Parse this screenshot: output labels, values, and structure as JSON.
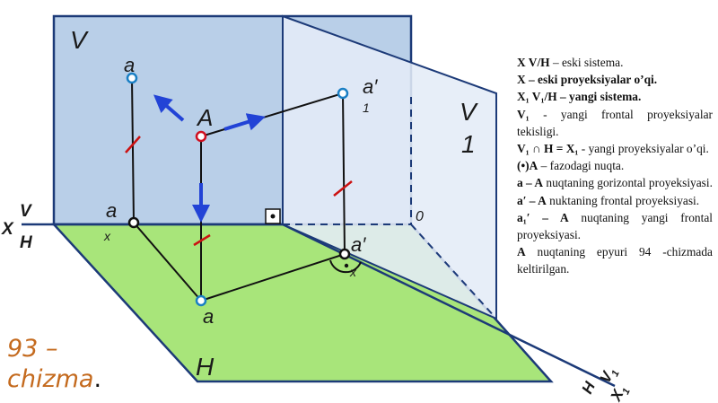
{
  "diagram": {
    "plane_labels": {
      "v": "V",
      "h": "H",
      "v1_top": "V",
      "v1_bottom": "1"
    },
    "axis_labels": {
      "x": "X",
      "v": "V",
      "h": "H",
      "x_bottom": "X",
      "x_bottom_sub": "1",
      "v_bottom": "V",
      "v_bottom_sub": "1",
      "h_bottom": "H"
    },
    "point_labels": {
      "A": "A",
      "a_top": "a",
      "a_left": "a",
      "a_left_sub": "x",
      "a_bottom": "a",
      "a_prime": "a′",
      "a_prime_sub": "1",
      "a_prime2": "a′",
      "a_prime2_sub": "x",
      "origin": "0"
    },
    "colors": {
      "v_plane": "#b9cfe8",
      "h_plane": "#a8e57a",
      "v1_plane": "#e4ecf7",
      "arrow": "#2243d6",
      "point_A": "#d01020",
      "point_proj": "#1a7fc4",
      "tick": "#cc1111"
    }
  },
  "notes": [
    {
      "parts": [
        {
          "b": true,
          "t": "X V/H"
        },
        {
          "b": false,
          "t": " – eski sistema."
        }
      ]
    },
    {
      "parts": [
        {
          "b": true,
          "t": "X – eski proyeksiyalar o’qi."
        }
      ]
    },
    {
      "parts": [
        {
          "b": true,
          "t": "X₁ V₁/H – yangi sistema."
        }
      ]
    },
    {
      "parts": [
        {
          "b": true,
          "t": "V₁"
        },
        {
          "b": false,
          "t": " - yangi frontal proyeksiyalar tekisligi."
        }
      ]
    },
    {
      "parts": [
        {
          "b": true,
          "t": "V₁ ∩ H = X₁"
        },
        {
          "b": false,
          "t": " - yangi proyeksiyalar o’qi."
        }
      ]
    },
    {
      "parts": [
        {
          "b": true,
          "t": "(•)A"
        },
        {
          "b": false,
          "t": " – fazodagi nuqta."
        }
      ]
    },
    {
      "parts": [
        {
          "b": true,
          "t": "a – A"
        },
        {
          "b": false,
          "t": " nuqtaning gorizontal proyeksiyasi."
        }
      ]
    },
    {
      "parts": [
        {
          "b": true,
          "t": "a′ – A"
        },
        {
          "b": false,
          "t": " nuktaning frontal proyeksiyasi."
        }
      ]
    },
    {
      "parts": [
        {
          "b": true,
          "t": "a₁′ – A"
        },
        {
          "b": false,
          "t": " nuqtaning yangi frontal proyeksiyasi."
        }
      ]
    },
    {
      "parts": [
        {
          "b": true,
          "t": "A"
        },
        {
          "b": false,
          "t": " nuqtaning epyuri 94 -chizmada keltirilgan."
        }
      ]
    }
  ],
  "caption": {
    "line1": "93 –",
    "line2": "chizma",
    "dot": "."
  }
}
